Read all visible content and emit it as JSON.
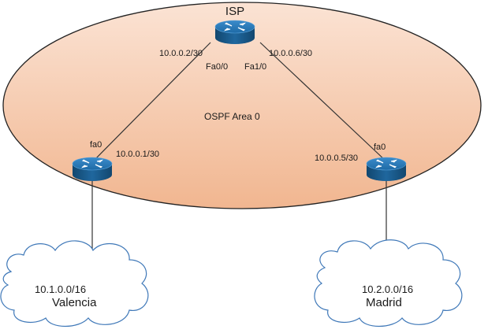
{
  "area": {
    "label": "OSPF Area 0"
  },
  "routers": {
    "isp": {
      "name": "ISP"
    },
    "valencia": {
      "name": ""
    },
    "madrid": {
      "name": ""
    }
  },
  "links": {
    "isp_valencia": {
      "isp_ip": "10.0.0.2/30",
      "isp_iface": "Fa0/0",
      "remote_ip": "10.0.0.1/30",
      "remote_iface": "fa0"
    },
    "isp_madrid": {
      "isp_ip": "10.0.0.6/30",
      "isp_iface": "Fa1/0",
      "remote_ip": "10.0.0.5/30",
      "remote_iface": "fa0"
    }
  },
  "networks": {
    "valencia": {
      "subnet": "10.1.0.0/16",
      "name": "Valencia"
    },
    "madrid": {
      "subnet": "10.2.0.0/16",
      "name": "Madrid"
    }
  },
  "colors": {
    "area_fill_top": "#fbe3d4",
    "area_fill_bottom": "#f1b690",
    "area_stroke": "#222222",
    "router_top": "#2a7ab8",
    "router_body": "#1b5f94",
    "router_side": "#124a75",
    "link": "#333333",
    "cloud_stroke": "#3f78b8"
  },
  "icons": {
    "router": "router-icon",
    "cloud": "cloud-icon"
  }
}
